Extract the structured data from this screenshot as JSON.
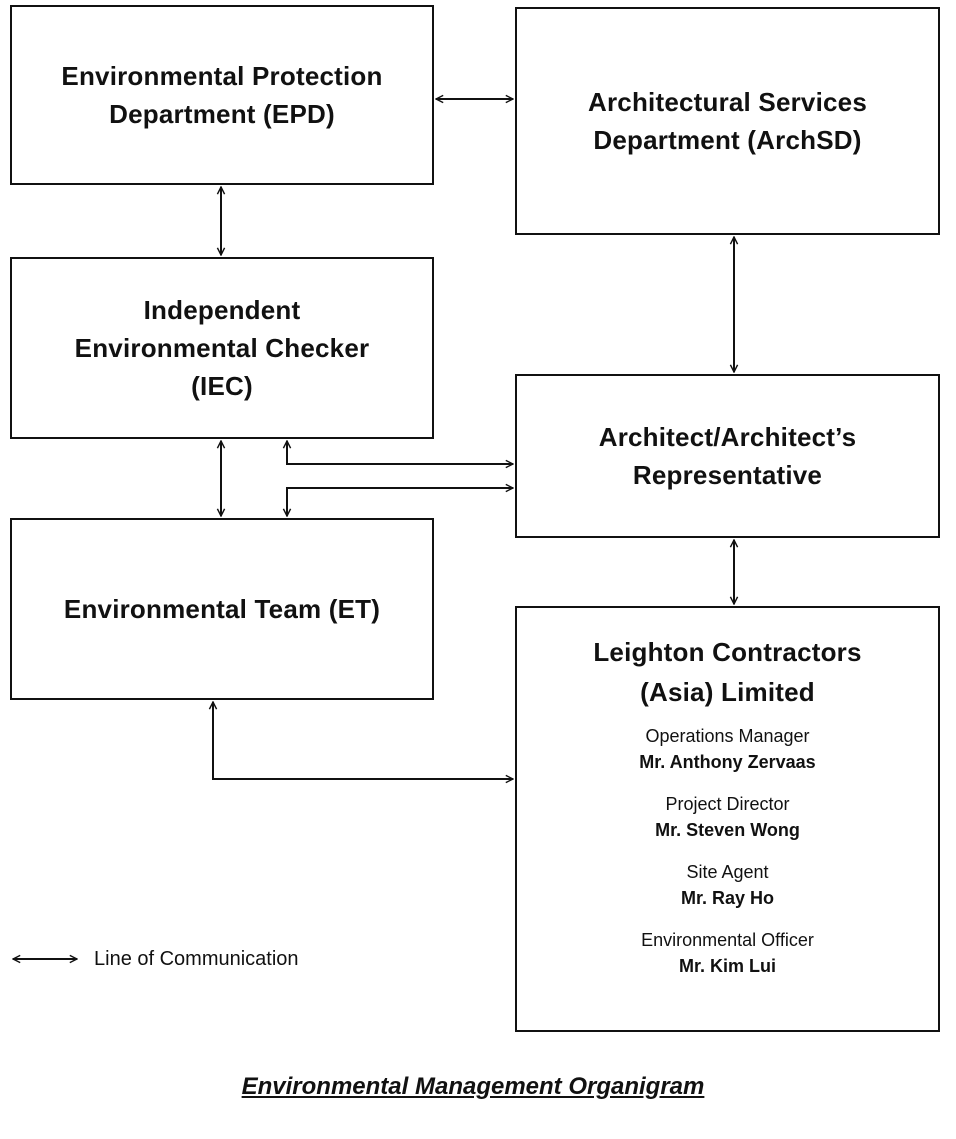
{
  "boxes": {
    "epd": {
      "lines": [
        "Environmental Protection",
        "Department (EPD)"
      ]
    },
    "archsd": {
      "lines": [
        "Architectural Services",
        "Department (ArchSD)"
      ]
    },
    "iec": {
      "lines": [
        "Independent",
        "Environmental Checker",
        "(IEC)"
      ]
    },
    "ar": {
      "lines": [
        "Architect/Architect’s",
        "Representative"
      ]
    },
    "et": {
      "lines": [
        "Environmental Team (ET)"
      ]
    },
    "leighton": {
      "lines": [
        "Leighton Contractors",
        "(Asia) Limited"
      ],
      "staff": [
        {
          "role": "Operations Manager",
          "name": "Mr. Anthony Zervaas"
        },
        {
          "role": "Project Director",
          "name": "Mr. Steven Wong"
        },
        {
          "role": "Site Agent",
          "name": "Mr. Ray Ho"
        },
        {
          "role": "Environmental Officer",
          "name": "Mr. Kim Lui"
        }
      ]
    }
  },
  "legend": {
    "label": "Line of Communication"
  },
  "caption": "Environmental Management Organigram"
}
